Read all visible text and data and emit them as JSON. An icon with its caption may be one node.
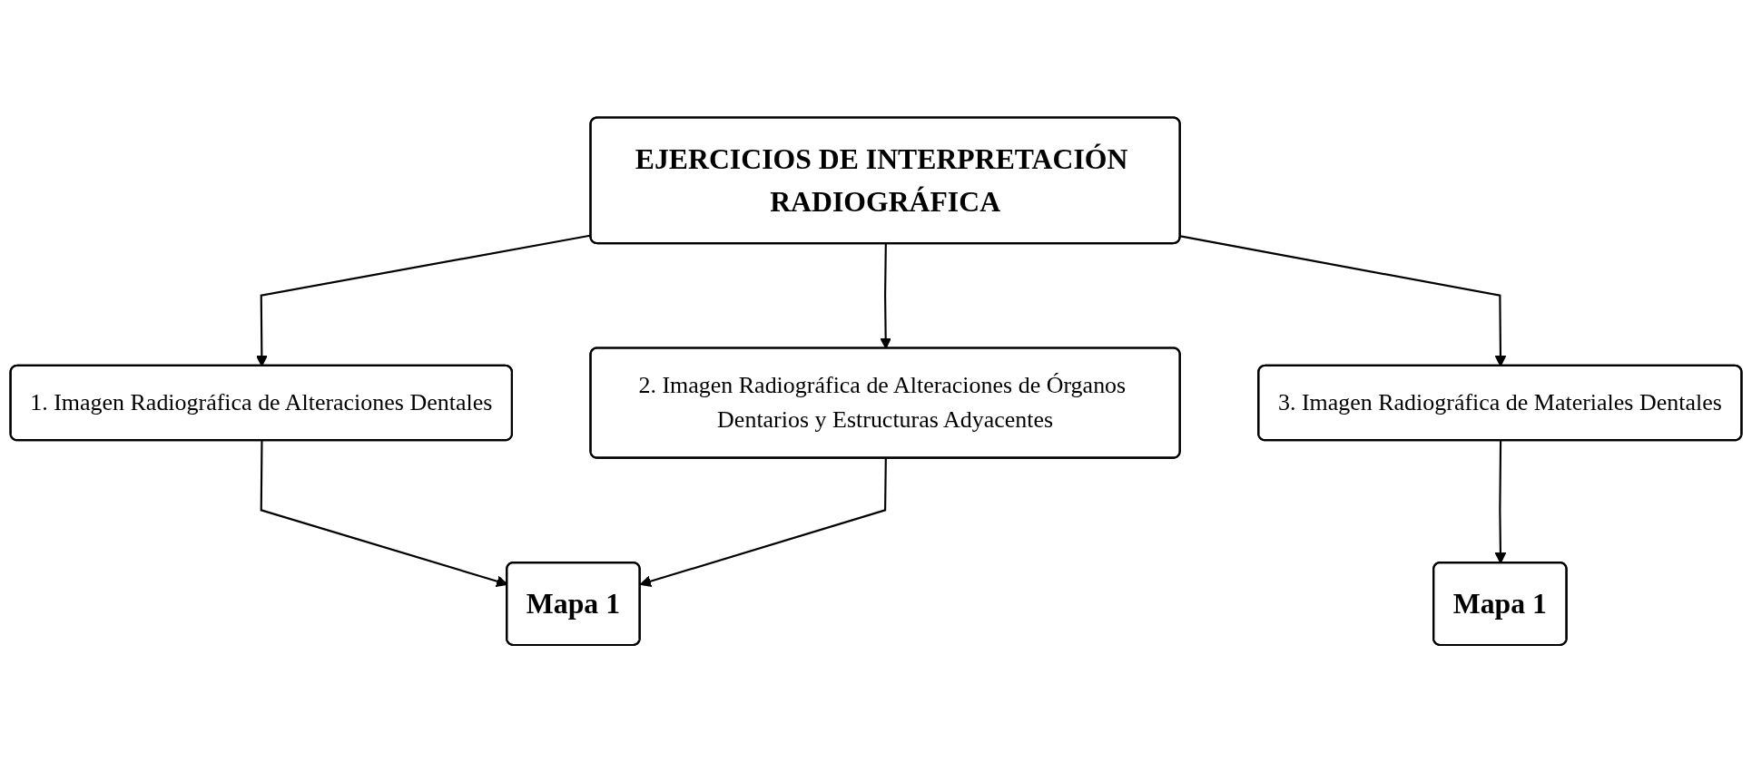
{
  "diagram": {
    "nodes": [
      {
        "text": [
          "EJERCICIOS DE INTERPRETACIÓN RADIOGRÁFICA"
        ]
      },
      {
        "text": [
          "1. Imagen Radiográfica de Alteraciones Dentales"
        ]
      },
      {
        "text": [
          "2. Imagen Radiográfica de Alteraciones de Órganos Dentarios y Estructuras Adyacentes"
        ]
      },
      {
        "text": [
          "3. Imagen Radiográfica de Materiales Dentales"
        ]
      },
      {
        "text": [
          "Mapa 1"
        ]
      },
      {
        "text": [
          "Mapa 1"
        ]
      }
    ],
    "edges": [
      {
        "from": 0,
        "to": 1,
        "arrow": "to"
      },
      {
        "from": 0,
        "to": 2,
        "arrow": "to"
      },
      {
        "from": 0,
        "to": 3,
        "arrow": "to"
      },
      {
        "from": 1,
        "to": 4,
        "arrow": "to"
      },
      {
        "from": 2,
        "to": 4,
        "arrow": "to"
      },
      {
        "from": 3,
        "to": 5,
        "arrow": "to"
      }
    ]
  }
}
